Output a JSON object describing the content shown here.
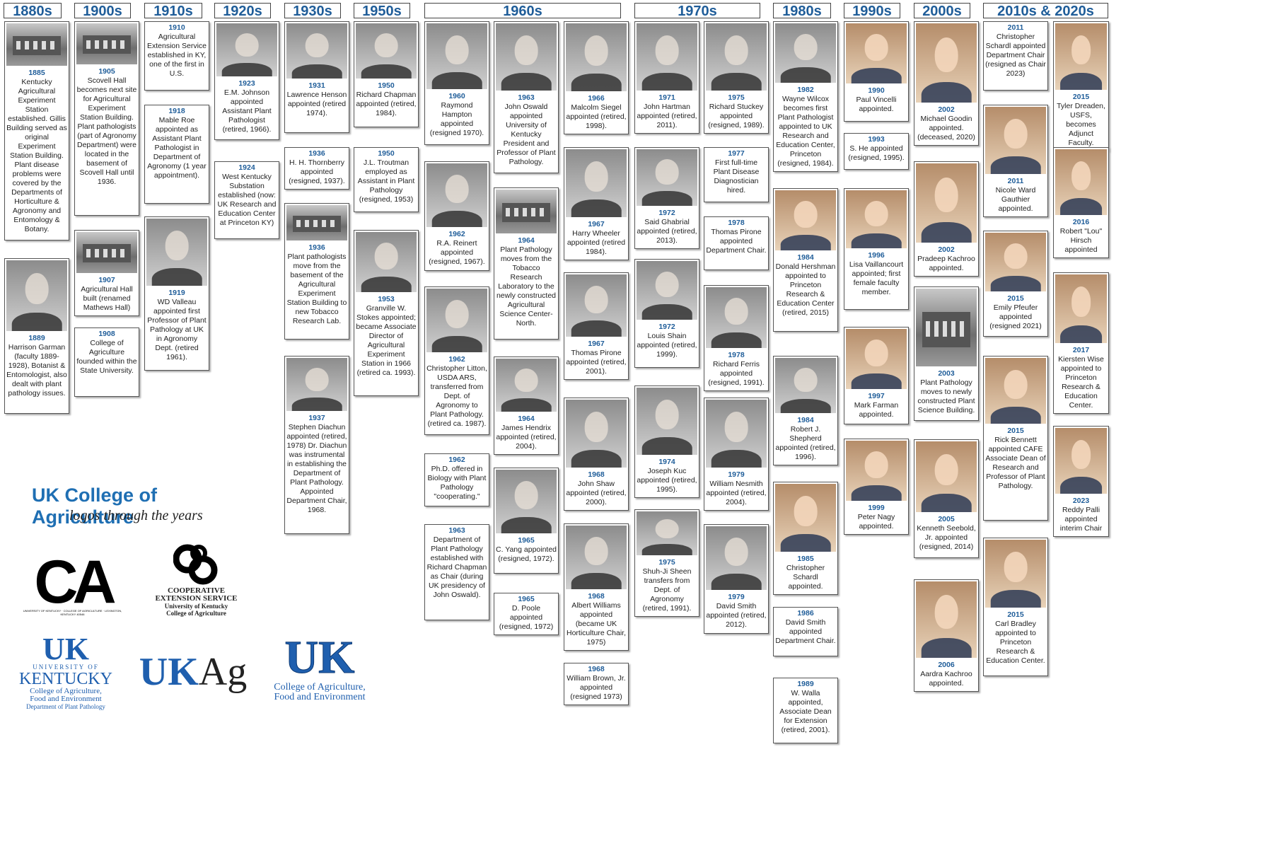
{
  "decades": [
    {
      "label": "1880s"
    },
    {
      "label": "1900s"
    },
    {
      "label": "1910s"
    },
    {
      "label": "1920s"
    },
    {
      "label": "1930s"
    },
    {
      "label": "1950s"
    },
    {
      "label": "1960s"
    },
    {
      "label": "1970s"
    },
    {
      "label": "1980s"
    },
    {
      "label": "1990s"
    },
    {
      "label": "2000s"
    },
    {
      "label": "2010s & 2020s"
    }
  ],
  "cards": [
    {
      "year": "1885",
      "text": "Kentucky Agricultural Experiment Station established. Gillis Building served as original Experiment Station Building. Plant disease problems were covered by the Departments of Horticulture & Agronomy and Entomology & Botany.",
      "photo": "bldg"
    },
    {
      "year": "1889",
      "text": "Harrison Garman (faculty 1889-1928), Botanist & Entomologist, also dealt with plant pathology issues.",
      "photo": "bw"
    },
    {
      "year": "1905",
      "text": "Scovell Hall becomes next site for Agricultural Experiment Station Building. Plant pathologists (part of Agronomy Department) were located in the basement of Scovell Hall until 1936.",
      "photo": "bldg"
    },
    {
      "year": "1907",
      "text": "Agricultural Hall built (renamed Mathews Hall)",
      "photo": "bldg"
    },
    {
      "year": "1908",
      "text": "College of Agriculture founded within the State University.",
      "photo": ""
    },
    {
      "year": "1910",
      "text": "Agricultural Extension Service established in KY, one of the first in U.S.",
      "photo": ""
    },
    {
      "year": "1918",
      "text": "Mable Roe appointed as Assistant Plant Pathologist in Department of Agronomy (1 year appointment).",
      "photo": ""
    },
    {
      "year": "1919",
      "text": "WD Valleau appointed first Professor of Plant Pathology at UK in Agronomy Dept. (retired 1961).",
      "photo": "bw"
    },
    {
      "year": "1923",
      "text": "E.M. Johnson appointed Assistant Plant Pathologist (retired, 1966).",
      "photo": "bw"
    },
    {
      "year": "1924",
      "text": "West Kentucky Substation established (now: UK Research and Education Center at Princeton KY)",
      "photo": ""
    },
    {
      "year": "1931",
      "text": "Lawrence Henson appointed (retired 1974).",
      "photo": "bw"
    },
    {
      "year": "1936",
      "text": "H. H. Thornberry appointed (resigned, 1937).",
      "photo": ""
    },
    {
      "year": "1936",
      "text": "Plant pathologists move from the basement of the Agricultural Experiment Station Building to new Tobacco Research Lab.",
      "photo": "bldg"
    },
    {
      "year": "1937",
      "text": "Stephen Diachun appointed (retired, 1978) Dr. Diachun was instrumental in establishing the Department of Plant Pathology. Appointed Department Chair, 1968.",
      "photo": "bw"
    },
    {
      "year": "1950",
      "text": "Richard Chapman appointed (retired, 1984).",
      "photo": "bw"
    },
    {
      "year": "1950",
      "text": "J.L. Troutman employed as Assistant in Plant Pathology (resigned, 1953)",
      "photo": ""
    },
    {
      "year": "1953",
      "text": "Granville W. Stokes appointed; became Associate Director of Agricultural Experiment Station in 1966 (retired ca. 1993).",
      "photo": "bw"
    },
    {
      "year": "1960",
      "text": "Raymond Hampton appointed (resigned 1970).",
      "photo": "bw"
    },
    {
      "year": "1962",
      "text": "R.A. Reinert appointed (resigned, 1967).",
      "photo": "bw"
    },
    {
      "year": "1962",
      "text": "Christopher Litton, USDA ARS, transferred from Dept. of Agronomy to Plant Pathology. (retired ca. 1987).",
      "photo": "bw"
    },
    {
      "year": "1962",
      "text": "Ph.D. offered in Biology with Plant Pathology \"cooperating.\"",
      "photo": ""
    },
    {
      "year": "1963",
      "text": "Department of Plant Pathology established with Richard Chapman as Chair (during UK presidency of John Oswald).",
      "photo": ""
    },
    {
      "year": "1963",
      "text": "John Oswald appointed University of Kentucky President and Professor of Plant Pathology.",
      "photo": "bw"
    },
    {
      "year": "1964",
      "text": "Plant Pathology moves from the Tobacco Research Laboratory to the newly constructed Agricultural Science Center-North.",
      "photo": "bldg"
    },
    {
      "year": "1964",
      "text": "James Hendrix appointed (retired, 2004).",
      "photo": "bw"
    },
    {
      "year": "1965",
      "text": "C. Yang appointed (resigned, 1972).",
      "photo": "bw"
    },
    {
      "year": "1965",
      "text": "D. Poole appointed (resigned, 1972)",
      "photo": ""
    },
    {
      "year": "1966",
      "text": "Malcolm Siegel appointed (retired, 1998).",
      "photo": "bw"
    },
    {
      "year": "1967",
      "text": "Harry Wheeler appointed (retired 1984).",
      "photo": "bw"
    },
    {
      "year": "1967",
      "text": "Thomas Pirone appointed (retired, 2001).",
      "photo": "bw"
    },
    {
      "year": "1968",
      "text": "John Shaw appointed (retired, 2000).",
      "photo": "bw"
    },
    {
      "year": "1968",
      "text": "Albert Williams appointed (became UK Horticulture Chair, 1975)",
      "photo": "bw"
    },
    {
      "year": "1968",
      "text": "William Brown, Jr. appointed (resigned 1973)",
      "photo": ""
    },
    {
      "year": "1971",
      "text": "John Hartman appointed (retired, 2011).",
      "photo": "bw"
    },
    {
      "year": "1972",
      "text": "Said Ghabrial appointed (retired, 2013).",
      "photo": "bw"
    },
    {
      "year": "1972",
      "text": "Louis Shain appointed (retired, 1999).",
      "photo": "bw"
    },
    {
      "year": "1974",
      "text": "Joseph Kuc appointed (retired, 1995).",
      "photo": "bw"
    },
    {
      "year": "1975",
      "text": "Shuh-Ji Sheen transfers from Dept. of Agronomy (retired, 1991).",
      "photo": "bw"
    },
    {
      "year": "1975",
      "text": "Richard Stuckey appointed (resigned, 1989).",
      "photo": "bw"
    },
    {
      "year": "1977",
      "text": "First full-time Plant Disease Diagnostician hired.",
      "photo": ""
    },
    {
      "year": "1978",
      "text": "Thomas Pirone appointed Department Chair.",
      "photo": ""
    },
    {
      "year": "1978",
      "text": "Richard Ferris appointed (resigned, 1991).",
      "photo": "bw"
    },
    {
      "year": "1979",
      "text": "William Nesmith appointed (retired, 2004).",
      "photo": "bw"
    },
    {
      "year": "1979",
      "text": "David Smith appointed (retired, 2012).",
      "photo": "bw"
    },
    {
      "year": "1982",
      "text": "Wayne Wilcox becomes first Plant Pathologist appointed to UK Research and Education Center, Princeton (resigned, 1984).",
      "photo": "bw"
    },
    {
      "year": "1984",
      "text": "Donald Hershman appointed to Princeton Research & Education Center (retired, 2015)",
      "photo": "color"
    },
    {
      "year": "1984",
      "text": "Robert J. Shepherd appointed (retired, 1996).",
      "photo": "bw"
    },
    {
      "year": "1985",
      "text": "Christopher Schardl appointed.",
      "photo": "color"
    },
    {
      "year": "1986",
      "text": "David Smith appointed Department Chair.",
      "photo": ""
    },
    {
      "year": "1989",
      "text": "W. Walla appointed, Associate Dean for Extension (retired, 2001).",
      "photo": ""
    },
    {
      "year": "1990",
      "text": "Paul Vincelli appointed.",
      "photo": "color"
    },
    {
      "year": "1993",
      "text": "S. He appointed (resigned, 1995).",
      "photo": ""
    },
    {
      "year": "1996",
      "text": "Lisa Vaillancourt appointed; first female faculty member.",
      "photo": "color"
    },
    {
      "year": "1997",
      "text": "Mark Farman appointed.",
      "photo": "color"
    },
    {
      "year": "1999",
      "text": "Peter Nagy appointed.",
      "photo": "color"
    },
    {
      "year": "2002",
      "text": "Michael Goodin appointed. (deceased, 2020)",
      "photo": "color"
    },
    {
      "year": "2002",
      "text": "Pradeep Kachroo appointed.",
      "photo": "color"
    },
    {
      "year": "2003",
      "text": "Plant Pathology moves to newly constructed Plant Science Building.",
      "photo": "bldg"
    },
    {
      "year": "2005",
      "text": "Kenneth Seebold, Jr. appointed (resigned, 2014)",
      "photo": "color"
    },
    {
      "year": "2006",
      "text": "Aardra Kachroo appointed.",
      "photo": "color"
    },
    {
      "year": "2011",
      "text": "Christopher Schardl appointed Department Chair (resigned as Chair 2023)",
      "photo": ""
    },
    {
      "year": "2011",
      "text": "Nicole Ward Gauthier appointed.",
      "photo": "color"
    },
    {
      "year": "2015",
      "text": "Emily Pfeufer appointed (resigned 2021)",
      "photo": "color"
    },
    {
      "year": "2015",
      "text": "Rick Bennett appointed CAFE Associate Dean of Research and Professor of Plant Pathology.",
      "photo": "color"
    },
    {
      "year": "2015",
      "text": "Carl Bradley appointed to Princeton Research & Education Center.",
      "photo": "color"
    },
    {
      "year": "2015",
      "text": "Tyler Dreaden, USFS, becomes Adjunct Faculty.",
      "photo": "color"
    },
    {
      "year": "2016",
      "text": "Robert \"Lou\" Hirsch appointed",
      "photo": "color"
    },
    {
      "year": "2017",
      "text": "Kiersten Wise appointed to Princeton Research & Education Center.",
      "photo": "color"
    },
    {
      "year": "2023",
      "text": "Reddy Palli appointed interim Chair",
      "photo": "color"
    }
  ],
  "logos": {
    "title": "UK College of Agriculture",
    "subtitle": "logos through the years",
    "ca_mark": "CA",
    "ca_small": "UNIVERSITY OF KENTUCKY · COLLEGE OF AGRICULTURE · LEXINGTON, KENTUCKY 40546",
    "coop_line1": "COOPERATIVE",
    "coop_line2": "EXTENSION SERVICE",
    "coop_line3": "University of Kentucky",
    "coop_line4": "College of Agriculture",
    "uk_mark": "UK",
    "uk_univ": "UNIVERSITY OF",
    "uk_kentucky": "KENTUCKY",
    "uk_line1": "College of Agriculture,",
    "uk_line2": "Food and Environment",
    "uk_line3": "Department of Plant Pathology",
    "ukag": "UKAg",
    "cafe_mark": "UK",
    "cafe_line1": "College of Agriculture,",
    "cafe_line2": "Food and Environment"
  },
  "colors": {
    "accent": "#1f5d99",
    "title_blue": "#1f6fb3"
  }
}
